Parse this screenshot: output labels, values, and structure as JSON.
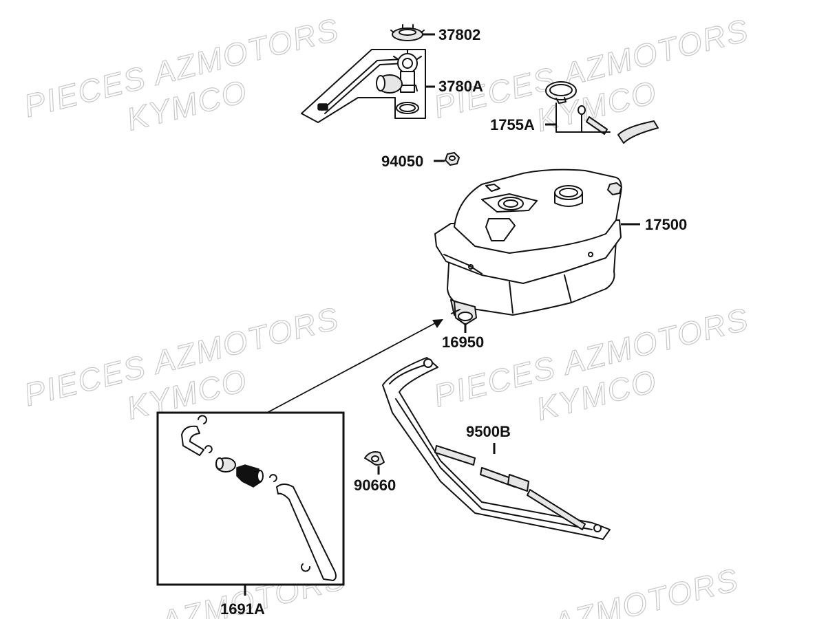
{
  "watermark": {
    "line1": "PIECES AZMOTORS",
    "line2": "KYMCO",
    "line1_partial": "AZMOTORS"
  },
  "parts": [
    {
      "ref": "37802"
    },
    {
      "ref": "3780A"
    },
    {
      "ref": "1755A"
    },
    {
      "ref": "94050"
    },
    {
      "ref": "17500"
    },
    {
      "ref": "16950"
    },
    {
      "ref": "9500B"
    },
    {
      "ref": "90660"
    },
    {
      "ref": "1691A"
    }
  ]
}
